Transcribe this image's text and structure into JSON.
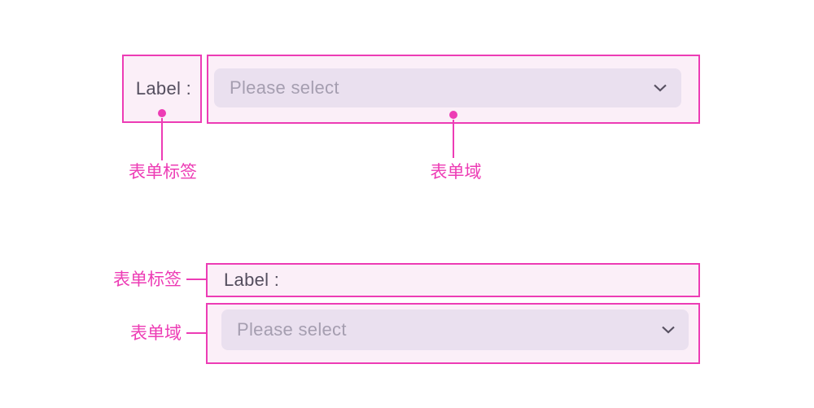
{
  "colors": {
    "accent_magenta": "#ED3CB5",
    "box_fill_pink": "#FBEFF8",
    "select_fill": "#EAE0EF",
    "label_text_color": "#544E5E",
    "placeholder_color": "#A59EB0",
    "chevron_color": "#575061",
    "background": "#FFFFFF"
  },
  "horizontal_form": {
    "label_box": {
      "text": "Label :"
    },
    "field_box": {
      "placeholder": "Please select",
      "chevron_icon": "chevron-down"
    },
    "annotation_label": "表单标签",
    "annotation_field": "表单域"
  },
  "vertical_form": {
    "label_box": {
      "text": "Label :"
    },
    "field_box": {
      "placeholder": "Please select",
      "chevron_icon": "chevron-down"
    },
    "annotation_label": "表单标签",
    "annotation_field": "表单域"
  }
}
